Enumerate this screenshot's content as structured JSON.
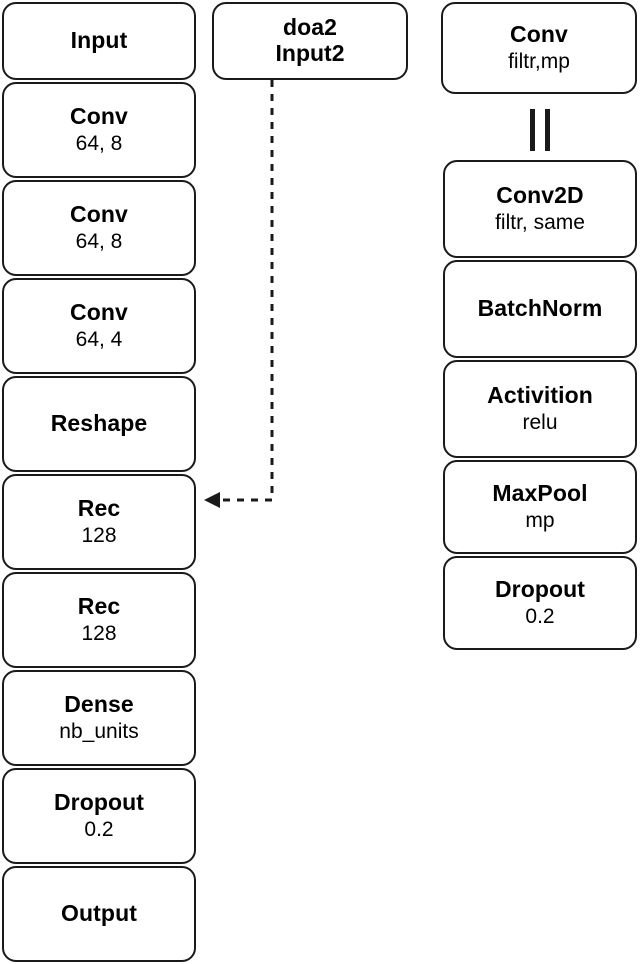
{
  "diagram": {
    "title": "Neural network architecture block diagram",
    "type": "flowchart",
    "background_color": "#ffffff",
    "node_border_color": "#1a1a1a",
    "node_fill_color": "#ffffff",
    "text_color": "#000000"
  },
  "main_branch": {
    "name": "main-model-stack",
    "nodes": [
      {
        "title": "Input",
        "sub": ""
      },
      {
        "title": "Conv",
        "sub": "64, 8"
      },
      {
        "title": "Conv",
        "sub": "64, 8"
      },
      {
        "title": "Conv",
        "sub": "64, 4"
      },
      {
        "title": "Reshape",
        "sub": ""
      },
      {
        "title": "Rec",
        "sub": "128"
      },
      {
        "title": "Rec",
        "sub": "128"
      },
      {
        "title": "Dense",
        "sub": "nb_units"
      },
      {
        "title": "Dropout",
        "sub": "0.2"
      },
      {
        "title": "Output",
        "sub": ""
      }
    ]
  },
  "aux_input": {
    "name": "auxiliary-input",
    "title": "doa2",
    "sub": "Input2",
    "connects_to": "Rec 128",
    "line_style": "dashed",
    "arrow": "left"
  },
  "conv_expansion": {
    "name": "conv-block-expansion",
    "source": {
      "title": "Conv",
      "sub": "filtr,mp"
    },
    "equals_symbol": "=",
    "nodes": [
      {
        "title": "Conv2D",
        "sub": "filtr, same"
      },
      {
        "title": "BatchNorm",
        "sub": ""
      },
      {
        "title": "Activition",
        "sub": "relu"
      },
      {
        "title": "MaxPool",
        "sub": "mp"
      },
      {
        "title": "Dropout",
        "sub": "0.2"
      }
    ]
  }
}
